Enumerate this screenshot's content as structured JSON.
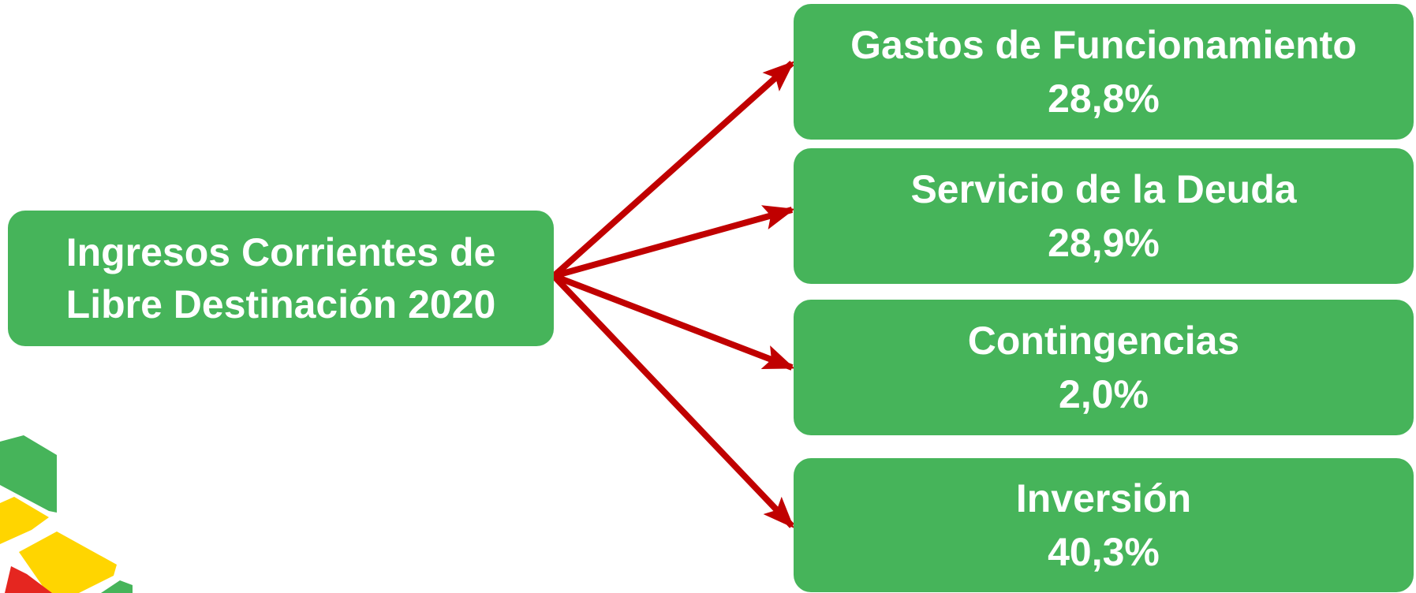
{
  "colors": {
    "box_fill": "#46b45a",
    "box_text": "#ffffff",
    "arrow": "#c00000",
    "logo_green": "#46b45a",
    "logo_yellow": "#ffd500",
    "logo_red": "#e52620"
  },
  "source": {
    "line1": "Ingresos Corrientes de",
    "line2": "Libre Destinación 2020"
  },
  "targets": [
    {
      "label": "Gastos de Funcionamiento",
      "value": "28,8%"
    },
    {
      "label": "Servicio de la Deuda",
      "value": "28,9%"
    },
    {
      "label": "Contingencias",
      "value": "2,0%"
    },
    {
      "label": "Inversión",
      "value": "40,3%"
    }
  ],
  "logo": {
    "icon": "tricolor-tiles-logo"
  }
}
